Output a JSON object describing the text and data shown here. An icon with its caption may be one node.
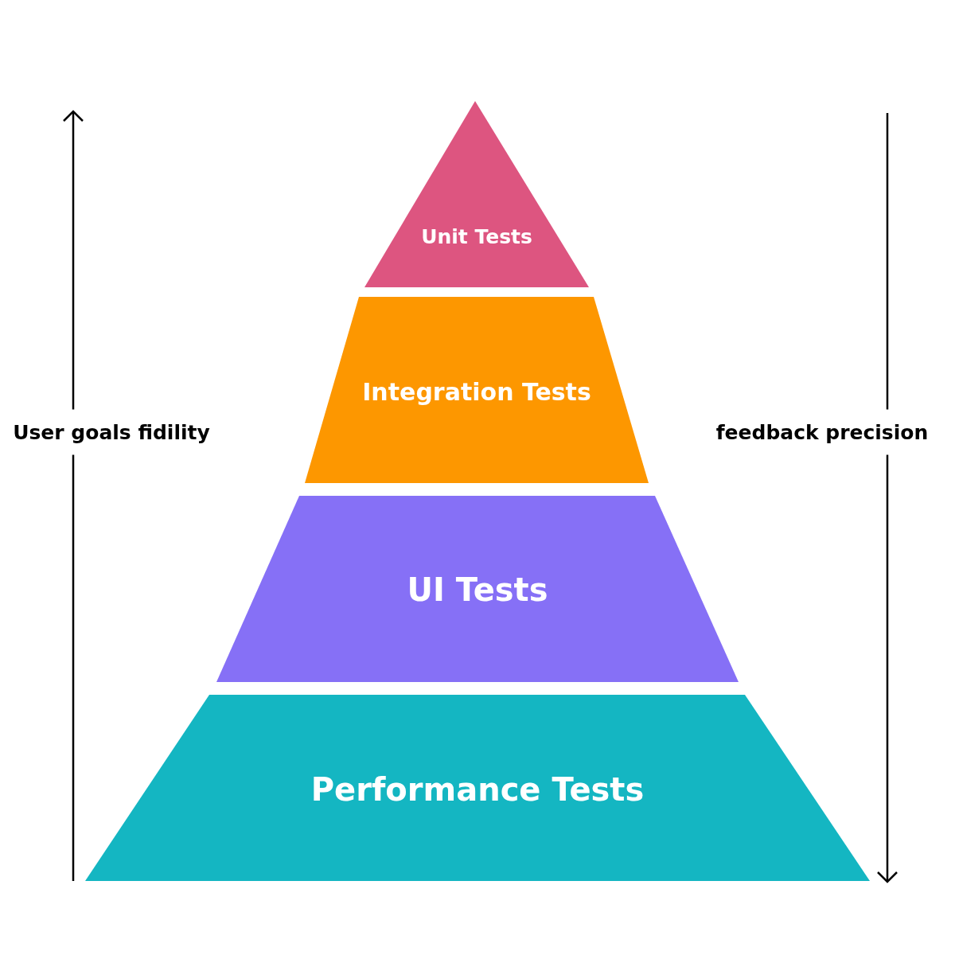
{
  "diagram": {
    "nodes": [
      {
        "text": [
          "Unit Tests"
        ]
      },
      {
        "text": [
          "Integration Tests"
        ]
      },
      {
        "text": [
          "UI Tests"
        ]
      },
      {
        "text": [
          "Performance Tests"
        ]
      }
    ],
    "labels": [
      "User goals fidility",
      "feedback precision"
    ]
  }
}
